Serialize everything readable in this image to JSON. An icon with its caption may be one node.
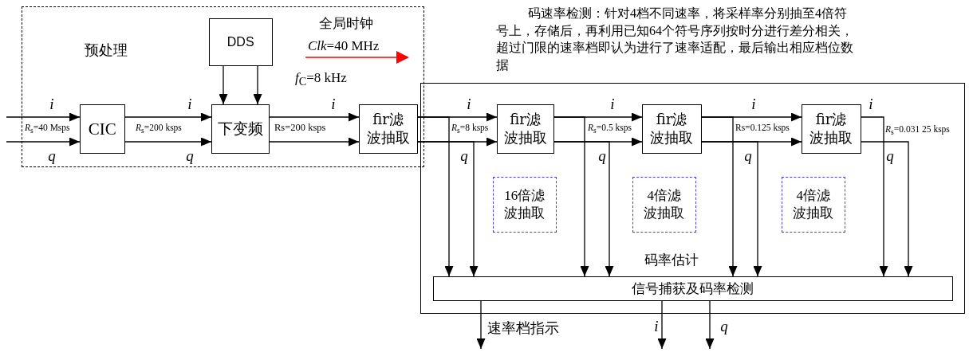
{
  "diagram": {
    "nodes": [
      {
        "text": [
          "预处理"
        ]
      },
      {
        "text": [
          "码率估计"
        ]
      },
      {
        "text": [
          "DDS"
        ],
        "in": 0
      },
      {
        "text": [
          "CIC"
        ],
        "in": 0
      },
      {
        "text": [
          "下变频"
        ],
        "in": 0
      },
      {
        "text": [
          "fir滤波抽取"
        ],
        "in": 0
      },
      {
        "text": [
          "fir滤波抽取"
        ],
        "in": 1
      },
      {
        "text": [
          "fir滤波抽取"
        ],
        "in": 1
      },
      {
        "text": [
          "fir滤波抽取"
        ],
        "in": 1
      },
      {
        "text": [
          "16倍滤波抽取"
        ],
        "in": 1
      },
      {
        "text": [
          "4倍滤波抽取"
        ],
        "in": 1
      },
      {
        "text": [
          "4倍滤波抽取"
        ],
        "in": 1
      },
      {
        "text": [
          "信号捕获及码率检测"
        ],
        "in": 1
      }
    ],
    "edges": [
      {
        "from": null,
        "to": 3,
        "arrow": "to",
        "label": "i"
      },
      {
        "from": null,
        "to": 3,
        "arrow": "to",
        "label": "q"
      },
      {
        "from": 3,
        "to": 4,
        "arrow": "to",
        "label": "i"
      },
      {
        "from": 3,
        "to": 4,
        "arrow": "to",
        "label": "q"
      },
      {
        "from": 2,
        "to": 4,
        "arrow": "to"
      },
      {
        "from": 2,
        "to": 4,
        "arrow": "to"
      },
      {
        "from": 4,
        "to": 5,
        "arrow": "to",
        "label": "i"
      },
      {
        "from": 4,
        "to": 5,
        "arrow": "to"
      },
      {
        "from": 5,
        "to": 6,
        "arrow": "to",
        "label": "i"
      },
      {
        "from": 5,
        "to": 6,
        "arrow": "to",
        "label": "q"
      },
      {
        "from": 6,
        "to": 7,
        "arrow": "to",
        "label": "i"
      },
      {
        "from": 6,
        "to": 7,
        "arrow": "to",
        "label": "q"
      },
      {
        "from": 7,
        "to": 8,
        "arrow": "to",
        "label": "i"
      },
      {
        "from": 7,
        "to": 8,
        "arrow": "to",
        "label": "q"
      },
      {
        "from": 5,
        "to": 12,
        "arrow": "to"
      },
      {
        "from": 5,
        "to": 12,
        "arrow": "to"
      },
      {
        "from": 6,
        "to": 12,
        "arrow": "to"
      },
      {
        "from": 6,
        "to": 12,
        "arrow": "to"
      },
      {
        "from": 7,
        "to": 12,
        "arrow": "to"
      },
      {
        "from": 7,
        "to": 12,
        "arrow": "to"
      },
      {
        "from": 8,
        "to": 12,
        "arrow": "to",
        "label": "i"
      },
      {
        "from": 8,
        "to": 12,
        "arrow": "to",
        "label": "q"
      },
      {
        "from": 12,
        "to": null,
        "arrow": "to",
        "label": "速率档指示"
      },
      {
        "from": 12,
        "to": null,
        "arrow": "to",
        "label": "i"
      },
      {
        "from": 12,
        "to": null,
        "arrow": "to",
        "label": "q"
      }
    ],
    "labels": [
      "码速率检测：针对4档不同速率，将采样率分别抽至4倍符号上，存储后，再利用已知64个符号序列按时分进行差分相关，超过门限的速率档即认为进行了速率适配，最后输出相应档位数据",
      "全局时钟",
      "*Clk*=40 MHz",
      "*f*$_{C}$=8 kHz",
      "*R*$_{s}$=40 Msps",
      "*R*$_{s}$=200 ksps",
      "Rs=200 ksps",
      "*R*$_{s}$=8 ksps",
      "*R*$_{s}$=0.5 ksps",
      "Rs=0.125 ksps",
      "*R*$_{s}$=0.031 25 ksps"
    ]
  }
}
